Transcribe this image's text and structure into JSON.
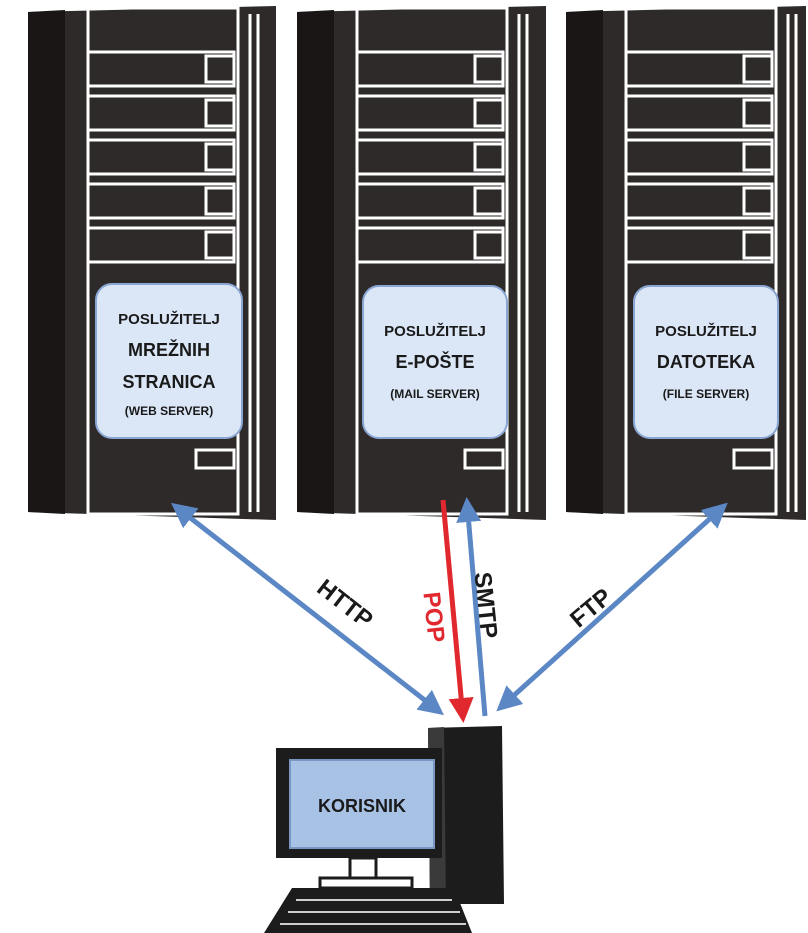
{
  "colors": {
    "server_body": "#2f2a2a",
    "server_dark": "#1a1616",
    "server_line": "#ffffff",
    "label_box": "#dbe6f6",
    "label_border": "#8aa6d2",
    "arrow_blue": "#5b87c5",
    "arrow_red": "#e0282e",
    "label_red": "#e0282e",
    "monitor_screen": "#a8c2e6",
    "computer_body": "#1c1c1c"
  },
  "servers": [
    {
      "id": "web",
      "lines": [
        "POSLUŽITELJ",
        "MREŽNIH",
        "STRANICA"
      ],
      "sub": "(WEB SERVER)"
    },
    {
      "id": "mail",
      "lines": [
        "POSLUŽITELJ",
        "E-POŠTE"
      ],
      "sub": "(MAIL SERVER)"
    },
    {
      "id": "file",
      "lines": [
        "POSLUŽITELJ",
        "DATOTEKA"
      ],
      "sub": "(FILE SERVER)"
    }
  ],
  "protocols": {
    "http": "HTTP",
    "pop": "POP",
    "smtp": "SMTP",
    "ftp": "FTP"
  },
  "client": {
    "label": "KORISNIK"
  }
}
